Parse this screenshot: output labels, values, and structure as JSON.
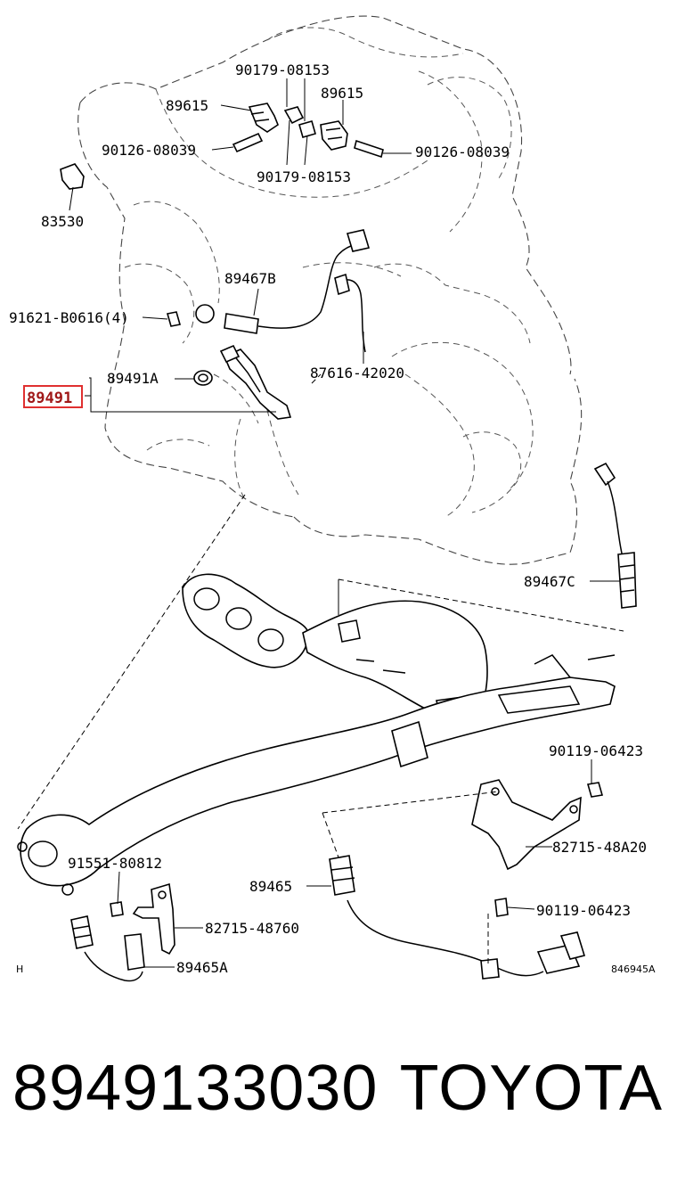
{
  "labels": {
    "l_90179_top": "90179-08153",
    "l_89615_left": "89615",
    "l_89615_right": "89615",
    "l_90126_left": "90126-08039",
    "l_90126_right": "90126-08039",
    "l_90179_bottom": "90179-08153",
    "l_83530": "83530",
    "l_89467b": "89467B",
    "l_91621": "91621-B0616(4)",
    "l_89491a": "89491A",
    "l_89491": "89491",
    "l_87616": "87616-42020",
    "l_89467c": "89467C",
    "l_90119_top": "90119-06423",
    "l_82715_48a20": "82715-48A20",
    "l_91551": "91551-80812",
    "l_89465": "89465",
    "l_90119_bottom": "90119-06423",
    "l_82715_48760": "82715-48760",
    "l_89465a": "89465A",
    "l_h": "H",
    "l_code": "846945A"
  },
  "footer": {
    "part_number": "8949133030",
    "brand": "TOYOTA"
  },
  "colors": {
    "highlight_box": "#e03030",
    "highlight_text": "#a01818"
  }
}
